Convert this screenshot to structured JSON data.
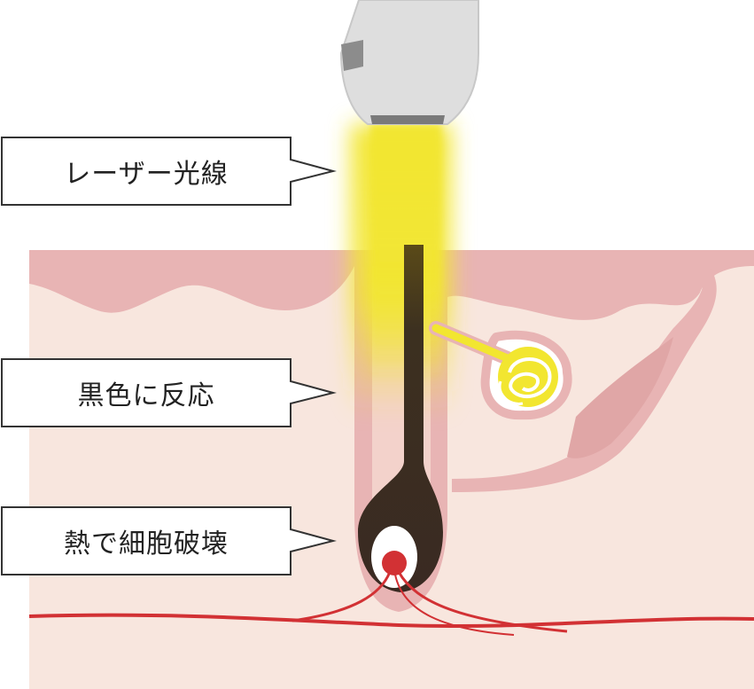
{
  "labels": {
    "laser": "レーザー光線",
    "reaction": "黒色に反応",
    "destruction": "熱で細胞破壊"
  },
  "colors": {
    "skin_base": "#f8e6de",
    "skin_layer": "#e8b4b4",
    "hair_dark": "#3a2a22",
    "laser_yellow": "#f2e630",
    "blood_red": "#d23134",
    "device_gray": "#e0e0e0"
  }
}
